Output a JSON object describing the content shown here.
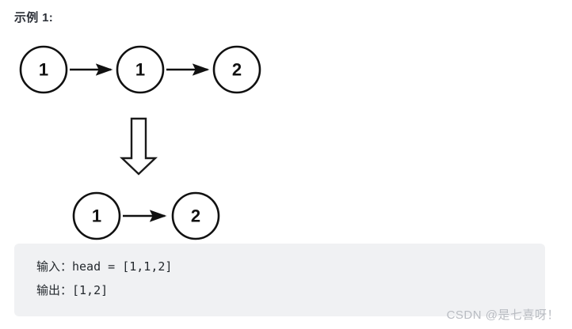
{
  "heading": {
    "title": "示例 1:"
  },
  "diagram": {
    "top_row": {
      "nodes": [
        {
          "label": "1"
        },
        {
          "label": "1"
        },
        {
          "label": "2"
        }
      ]
    },
    "transform_arrow": "down-block-arrow",
    "bottom_row": {
      "nodes": [
        {
          "label": "1"
        },
        {
          "label": "2"
        }
      ]
    }
  },
  "code_block": {
    "lines": [
      "输入：head = [1,1,2]",
      "输出：[1,2]"
    ],
    "background": "#f0f1f3"
  },
  "watermark": {
    "text": "CSDN @是七喜呀！",
    "color": "#b9bcc2"
  },
  "colors": {
    "page_background": "#ffffff",
    "stroke": "#111111",
    "heading_text": "#2c3038",
    "code_text": "#24292e"
  }
}
